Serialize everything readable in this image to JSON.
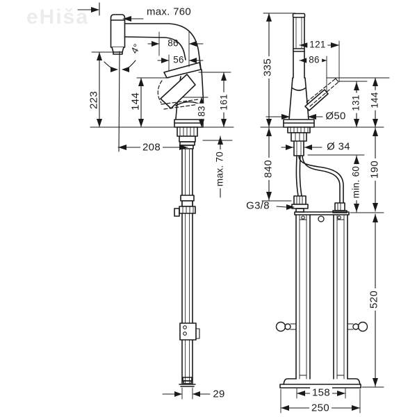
{
  "watermark": "eHiša",
  "left_view": {
    "name": "faucet side view with sBox",
    "labels": {
      "max_pullout": "max. 760",
      "swivel_angle": "4°",
      "outlet_height": "223",
      "spout_height": "144",
      "offset_86": "86",
      "offset_56": "56",
      "handle_height": "161",
      "lever_height": "83",
      "spout_reach": "208",
      "counter_thickness": "max. 70",
      "box_depth": "29"
    }
  },
  "right_view": {
    "name": "faucet front view with sBox",
    "labels": {
      "total_height": "335",
      "handle_reach": "121",
      "handle_offset": "86",
      "height_131": "131",
      "height_144": "144",
      "body_diameter": "Ø50",
      "shank_diameter": "Ø 34",
      "hose_length": "840",
      "min_clearance": "min. 60",
      "connection_height": "190",
      "thread_size": "G3/8",
      "box_height": "520",
      "rail_spacing": "158",
      "base_width": "250"
    }
  },
  "line_color": "#1a1a1a",
  "background_color": "#ffffff"
}
